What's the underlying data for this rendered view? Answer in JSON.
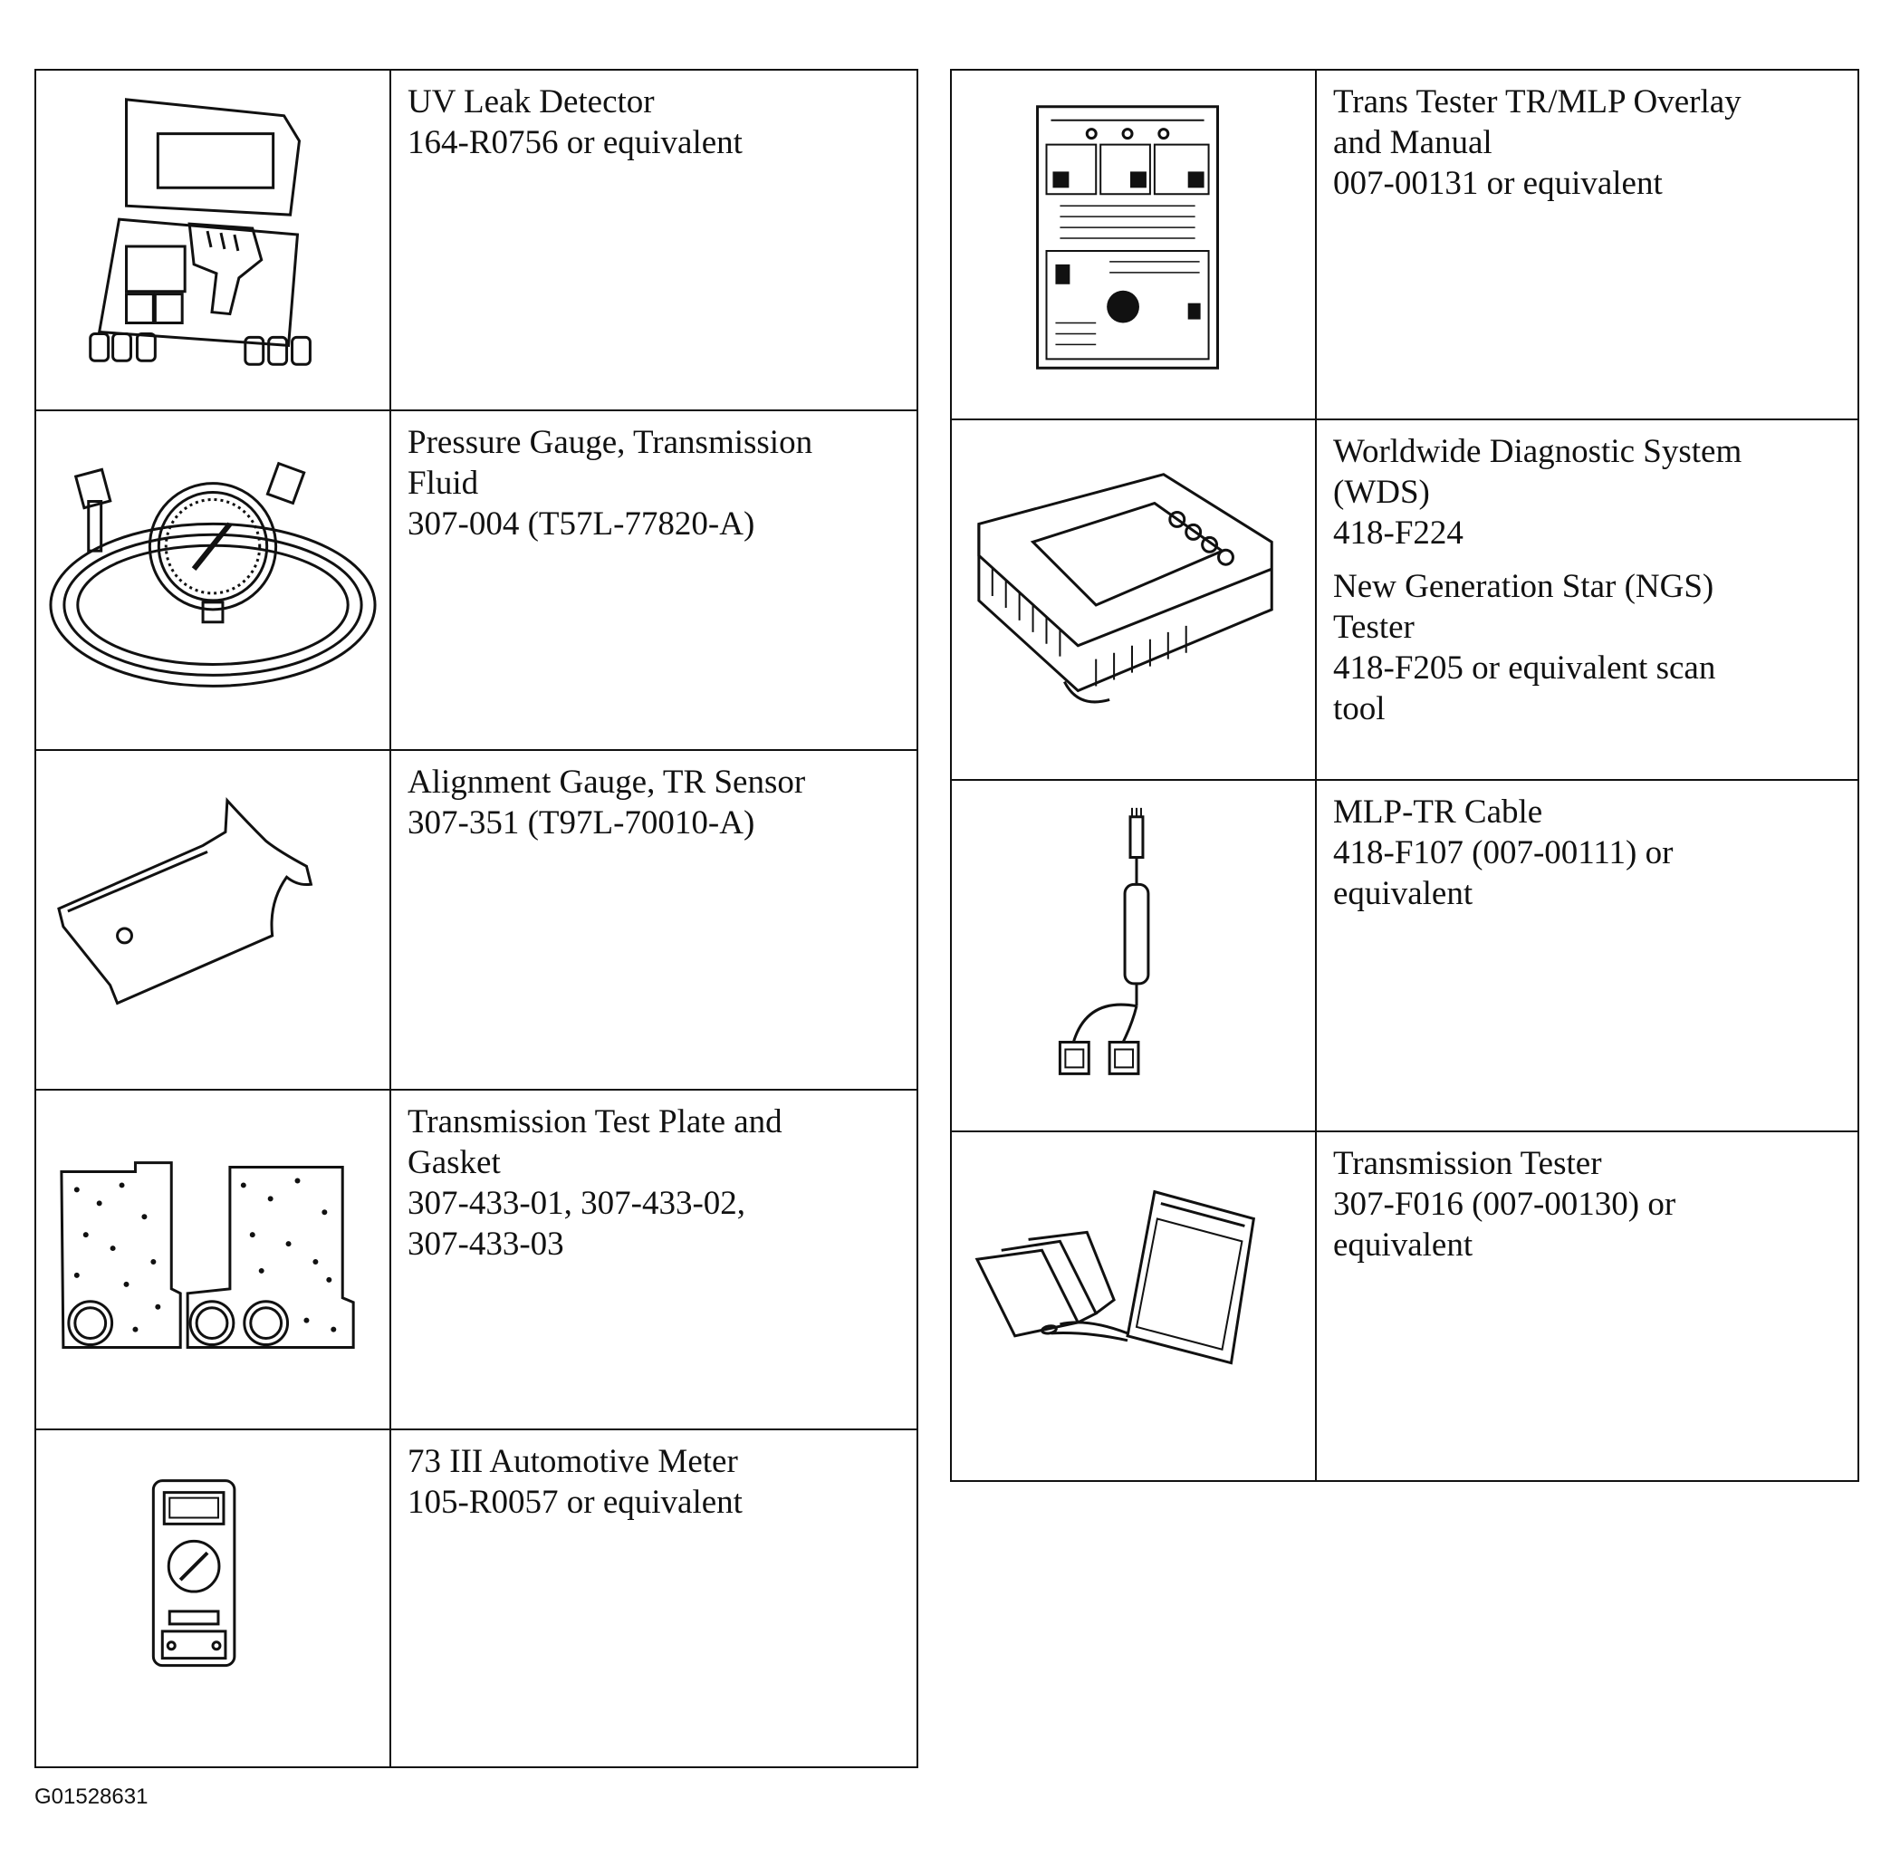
{
  "left_tools": [
    {
      "icon": "uv-leak-detector-kit-icon",
      "lines": [
        "UV Leak Detector",
        "164-R0756 or equivalent"
      ]
    },
    {
      "icon": "pressure-gauge-icon",
      "lines": [
        "Pressure Gauge, Transmission",
        "Fluid",
        "307-004 (T57L-77820-A)"
      ]
    },
    {
      "icon": "alignment-gauge-icon",
      "lines": [
        "Alignment Gauge, TR Sensor",
        "307-351 (T97L-70010-A)"
      ]
    },
    {
      "icon": "test-plate-icon",
      "lines": [
        "Transmission Test Plate and",
        "Gasket",
        "307-433-01, 307-433-02,",
        "307-433-03"
      ]
    },
    {
      "icon": "multimeter-icon",
      "lines": [
        "73 III Automotive Meter",
        "105-R0057 or equivalent"
      ]
    }
  ],
  "right_tools": [
    {
      "icon": "overlay-sheet-icon",
      "lines": [
        "Trans Tester TR/MLP Overlay",
        "and Manual",
        "007-00131 or equivalent"
      ]
    },
    {
      "icon": "diagnostic-tablet-icon",
      "lines": [
        "Worldwide Diagnostic System",
        "(WDS)",
        "418-F224"
      ],
      "lines2": [
        "New Generation Star (NGS)",
        "Tester",
        "418-F205 or equivalent scan",
        "tool"
      ]
    },
    {
      "icon": "cable-icon",
      "lines": [
        "MLP-TR Cable",
        "418-F107 (007-00111) or",
        "equivalent"
      ]
    },
    {
      "icon": "tester-kit-icon",
      "lines": [
        "Transmission Tester",
        "307-F016 (007-00130) or",
        "equivalent"
      ]
    }
  ],
  "figure_id": "G01528631"
}
